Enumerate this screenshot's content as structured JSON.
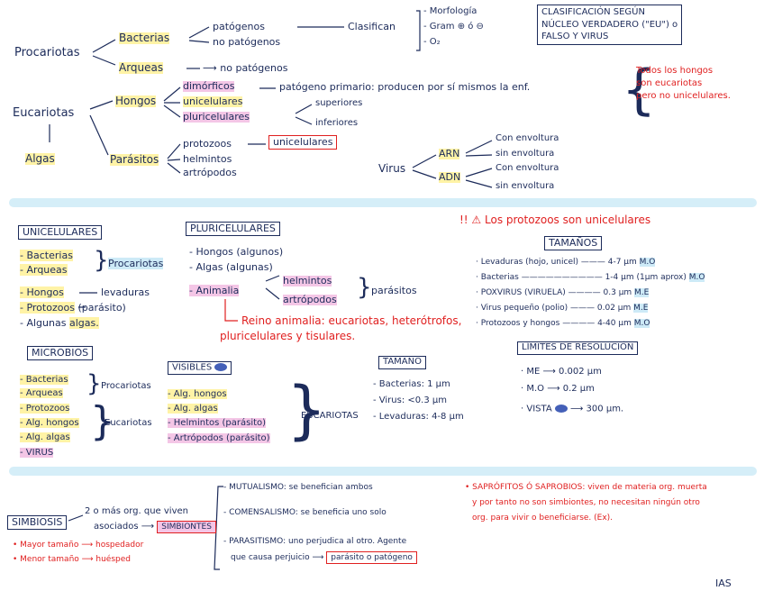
{
  "top": {
    "procariotas": "Procariotas",
    "bacterias": "Bacterias",
    "patogenos": "patógenos",
    "no_patogenos": "no patógenos",
    "clasifican": "Clasifican",
    "morfologia": "- Morfología",
    "gram": "- Gram ⊕ ó ⊖",
    "o2": "- O₂",
    "arqueas": "Arqueas",
    "arqueas_no_patogenos": "no patógenos",
    "clasificacion_line1": "CLASIFICACIÓN SEGÚN",
    "clasificacion_line2": "NÚCLEO VERDADERO (\"EU\") o",
    "clasificacion_line3": "FALSO Y VIRUS",
    "eucariotas": "Eucariotas",
    "algas": "Algas",
    "hongos": "Hongos",
    "dimorficos": "dimórficos",
    "patogeno_primario": "patógeno primario: producen por sí mismos la enf.",
    "unicelulares_h": "unicelulares",
    "pluricelulares_h": "pluricelulares",
    "superiores": "superiores",
    "inferiores": "inferiores",
    "todos_hongos_1": "Todos los hongos",
    "todos_hongos_2": "son eucariotas",
    "todos_hongos_3": "pero no unicelulares.",
    "parasitos": "Parásitos",
    "protozoos": "protozoos",
    "unicelulares_box": "unicelulares",
    "helmintos": "helmintos",
    "artropodos": "artrópodos",
    "virus": "Virus",
    "arn": "ARN",
    "adn": "ADN",
    "con_envoltura_1": "Con envoltura",
    "sin_envoltura_1": "sin envoltura",
    "con_envoltura_2": "Con envoltura",
    "sin_envoltura_2": "sin envoltura"
  },
  "middle": {
    "unicelulares_title": "UNICELULARES",
    "bacterias": "- Bacterias",
    "arqueas": "- Arqueas",
    "procariotas": "Procariotas",
    "hongos": "- Hongos",
    "levaduras": "levaduras",
    "protozoos": "- Protozoos",
    "parasito": "(parásito)",
    "algunas": "- Algunas",
    "algas": "algas.",
    "pluricelulares_title": "PLURICELULARES",
    "hongos_alg": "- Hongos (algunos)",
    "algas_alg": "- Algas (algunas)",
    "animalia": "- Animalia",
    "helmintos": "helmintos",
    "artropodos": "artrópodos",
    "parasitos": "parásitos",
    "reino_1": "Reino animalia: eucariotas, heterótrofos,",
    "reino_2": "pluricelulares y tisulares.",
    "protozoos_note": "!! ⚠ Los protozoos son unicelulares",
    "tamanos_title": "TAMAÑOS",
    "sizes": [
      {
        "label": "· Levaduras (hojo, unicel) ———",
        "value": "4-7 µm",
        "tag": "M.O"
      },
      {
        "label": "· Bacterias ——————————",
        "value": "1-4 µm (1µm aprox)",
        "tag": "M.O"
      },
      {
        "label": "· POXVIRUS (VIRUELA) ————",
        "value": "0.3 µm",
        "tag": "M.E"
      },
      {
        "label": "· Virus pequeño (polio) ———",
        "value": "0.02 µm",
        "tag": "M.E"
      },
      {
        "label": "· Protozoos y hongos ————",
        "value": "4-40 µm",
        "tag": "M.O"
      }
    ],
    "microbios_title": "MICROBIOS",
    "m_bacterias": "- Bacterias",
    "m_arqueas": "- Arqueas",
    "m_procariotas": "Procariotas",
    "m_protozoos": "- Protozoos",
    "m_hongos": "- Alg. hongos",
    "m_algas": "- Alg. algas",
    "m_virus": "- VIRUS",
    "m_eucariotas": "Eucariotas",
    "visibles_title": "VISIBLES",
    "v_hongos": "- Alg. hongos",
    "v_algas": "- Alg. algas",
    "v_helmintos": "- Helmintos (parásito)",
    "v_artropodos": "- Artrópodos (parásito)",
    "v_eucariotas": "EUCARIOTAS",
    "tamano_title": "TAMAÑO",
    "t_bacterias": "- Bacterias: 1 µm",
    "t_virus": "- Virus: <0.3 µm",
    "t_levaduras": "- Levaduras: 4-8 µm",
    "limites_title": "LÍMITES DE RESOLUCIÓN",
    "l_me": "· ME ⟶ 0.002 µm",
    "l_mo": "· M.O ⟶ 0.2 µm",
    "l_vista": "· VISTA",
    "l_vista_value": "⟶ 300 µm."
  },
  "bottom": {
    "simbiosis": "SIMBIOSIS",
    "simb_line1": "2 o más org. que viven",
    "simb_line2": "asociados ⟶",
    "simbiontes": "SIMBIONTES",
    "mayor": "• Mayor tamaño ⟶ hospedador",
    "menor": "• Menor tamaño ⟶ huésped",
    "mutualismo": "- MUTUALISMO: se benefician ambos",
    "comensalismo": "- COMENSALISMO: se beneficia uno solo",
    "parasitismo_1": "- PARASITISMO: uno perjudica al otro. Agente",
    "parasitismo_2": "que causa perjuicio ⟶",
    "parasito_patogeno": "parásito o patógeno",
    "saprofitos_1": "• SAPRÓFITOS Ó SAPROBIOS: viven de materia org. muerta",
    "saprofitos_2": "y por tanto no son simbiontes, no necesitan ningún otro",
    "saprofitos_3": "org. para vivir o beneficiarse. (Ex).",
    "signature": "IAS"
  },
  "colors": {
    "ink": "#1c2b5a",
    "red": "#e02020",
    "band": "#d5eef8",
    "yellow": "#fff3a6",
    "pink": "#f4c6e6"
  }
}
